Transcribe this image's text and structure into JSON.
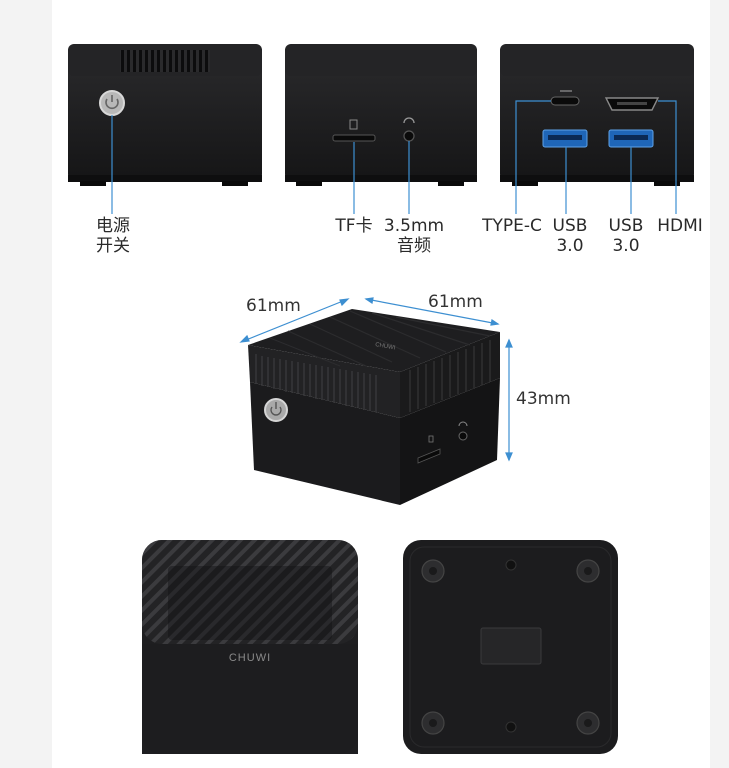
{
  "colors": {
    "device": "#1b1b1c",
    "device_dark": "#111112",
    "vent": "#3a3a3c",
    "callout": "#3d8fd1",
    "background": "#ffffff"
  },
  "labels": {
    "power_line1": "电源",
    "power_line2": "开关",
    "tf": "TF卡",
    "audio_line1": "3.5mm",
    "audio_line2": "音频",
    "typec": "TYPE-C",
    "usb_a_line1": "USB",
    "usb_a_line2": "3.0",
    "usb_b_line1": "USB",
    "usb_b_line2": "3.0",
    "hdmi": "HDMI"
  },
  "dimensions": {
    "depth": "61mm",
    "width": "61mm",
    "height": "43mm"
  },
  "branding": {
    "top_logo": "CHUWI",
    "back_logo": "CHUWI"
  },
  "icons": [
    "power-icon",
    "sd-card-icon",
    "headphone-icon",
    "usb-c-icon",
    "usb-a-icon",
    "hdmi-icon",
    "rubber-foot-icon"
  ]
}
